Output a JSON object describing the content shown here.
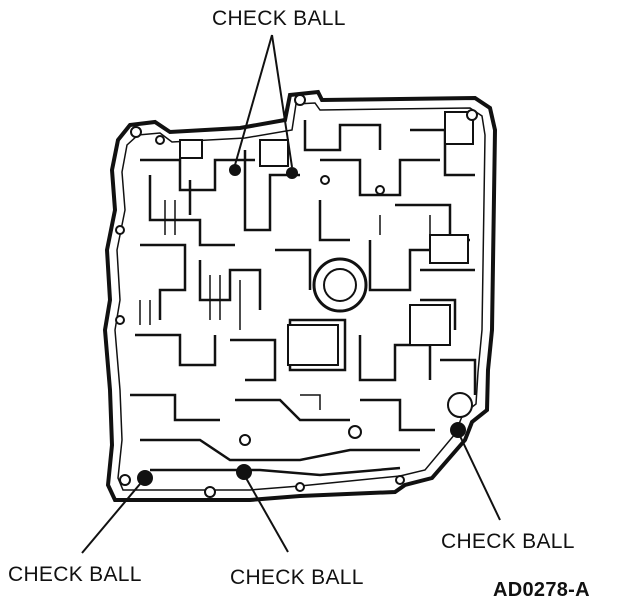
{
  "labels": {
    "check_ball_top": "CHECK BALL",
    "check_ball_bottom_left": "CHECK BALL",
    "check_ball_bottom_center": "CHECK BALL",
    "check_ball_right": "CHECK BALL"
  },
  "figure_code": "AD0278-A",
  "colors": {
    "ink": "#111111",
    "paper": "#ffffff"
  }
}
